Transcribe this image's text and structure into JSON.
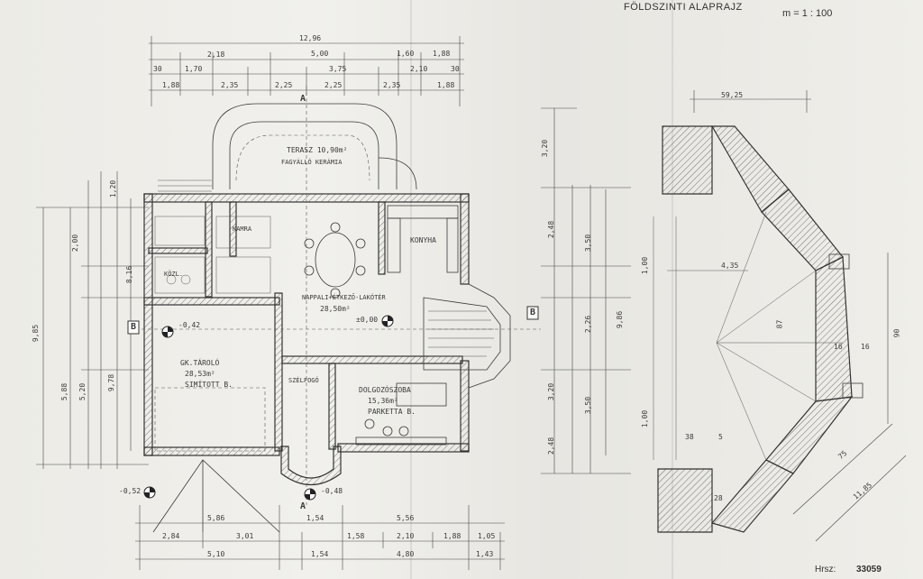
{
  "header": {
    "title": "FÖLDSZINTI ALAPRAJZ",
    "scale": "m = 1 : 100"
  },
  "footer": {
    "hrsz_label": "Hrsz:",
    "hrsz_value": "33059"
  },
  "top_dimensions": {
    "overall": "12,96",
    "row2": [
      "5,00",
      "1,60",
      "1,88"
    ],
    "row3": [
      "30",
      "1,70",
      "2,18",
      "3,75",
      "2,10",
      "30"
    ],
    "row4": [
      "1,88",
      "2,35",
      "2,25",
      "2,25",
      "2,35",
      "1,88"
    ]
  },
  "bottom_dimensions": {
    "row1": [
      "5,86",
      "1,54",
      "5,56"
    ],
    "row2": [
      "2,84",
      "3,01",
      "1,58",
      "2,10",
      "1,88",
      "1,05"
    ],
    "row3": [
      "5,10",
      "1,54",
      "4,80",
      "1,43"
    ]
  },
  "left_dimensions": [
    "9,85",
    "5,88",
    "5,20",
    "9,78",
    "8,16",
    "2,00",
    "1,20"
  ],
  "right_dimensions": [
    "3,20",
    "2,48",
    "3,50",
    "9,86",
    "2,26",
    "3,20",
    "3,50",
    "2,48"
  ],
  "rooms": {
    "terasz": "TERASZ 10,90m²",
    "terasz_floor": "FAGYÁLLÓ KERÁMIA",
    "konyha": "KONYHA",
    "nappali": "NAPPALI+ÉTKEZŐ-LAKÓTÉR",
    "nappali_area": "28,50m²",
    "garage": "GK.TÁROLÓ",
    "garage_area": "28,53m²",
    "garage_floor": "SIMÍTOTT B.",
    "dolgozo": "DOLGOZÓSZOBA",
    "dolgozo_area": "15,36m²",
    "dolgozo_floor": "PARKETTA B.",
    "kozl": "KÖZL.",
    "kamra": "KAMRA",
    "szelkamra": "SZÉLFOGÓ"
  },
  "levels": [
    "-0,42",
    "±0,00",
    "-0,52",
    "-0,48"
  ],
  "section_marks": [
    "A",
    "B",
    "B",
    "A"
  ],
  "detail": {
    "top_dim": "59,25",
    "side_dims": [
      "1,00",
      "1,00",
      "87",
      "90",
      "75",
      "11,85"
    ],
    "small_dims": [
      "4,35",
      "16",
      "16",
      "38",
      "5",
      "28"
    ]
  }
}
